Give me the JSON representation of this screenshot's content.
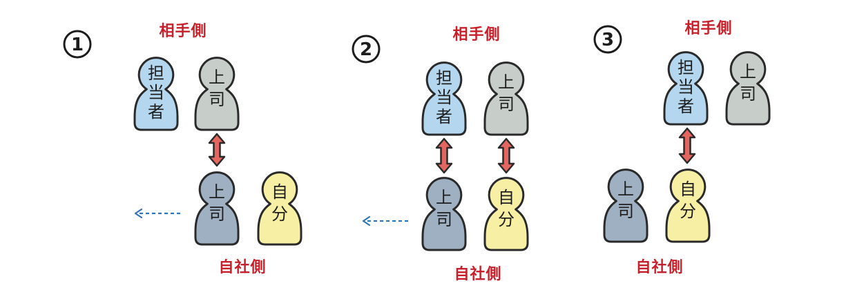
{
  "colors": {
    "label_red": "#c8202a",
    "person_blue": "#b4d6ef",
    "person_gray": "#c7cec9",
    "person_slate": "#9fb0c3",
    "person_yellow": "#f7f0a4",
    "arrow_red": "#e36660",
    "dashed_arrow_blue": "#2f74b6"
  },
  "panels": [
    {
      "number": "1",
      "top_label": "相手側",
      "bottom_label": "自社側",
      "people": [
        {
          "role": "client-contact",
          "text": "担当者",
          "color": "person_blue"
        },
        {
          "role": "client-boss",
          "text": "上司",
          "color": "person_gray"
        },
        {
          "role": "own-boss",
          "text": "上司",
          "color": "person_slate"
        },
        {
          "role": "self",
          "text": "自分",
          "color": "person_yellow"
        }
      ],
      "arrows": [
        "client-boss ⇄ own-boss"
      ],
      "dashed_arrow_icon": "left-arrow-dashed"
    },
    {
      "number": "2",
      "top_label": "相手側",
      "bottom_label": "自社側",
      "people": [
        {
          "role": "client-contact",
          "text": "担当者",
          "color": "person_blue"
        },
        {
          "role": "client-boss",
          "text": "上司",
          "color": "person_gray"
        },
        {
          "role": "own-boss",
          "text": "上司",
          "color": "person_slate"
        },
        {
          "role": "self",
          "text": "自分",
          "color": "person_yellow"
        }
      ],
      "arrows": [
        "client-contact ⇄ own-boss",
        "client-boss ⇄ self"
      ],
      "dashed_arrow_icon": "left-arrow-dashed"
    },
    {
      "number": "3",
      "top_label": "相手側",
      "bottom_label": "自社側",
      "people": [
        {
          "role": "client-contact",
          "text": "担当者",
          "color": "person_blue"
        },
        {
          "role": "client-boss",
          "text": "上司",
          "color": "person_gray"
        },
        {
          "role": "own-boss",
          "text": "上司",
          "color": "person_slate"
        },
        {
          "role": "self",
          "text": "自分",
          "color": "person_yellow"
        }
      ],
      "arrows": [
        "client-contact ⇄ self"
      ]
    }
  ]
}
